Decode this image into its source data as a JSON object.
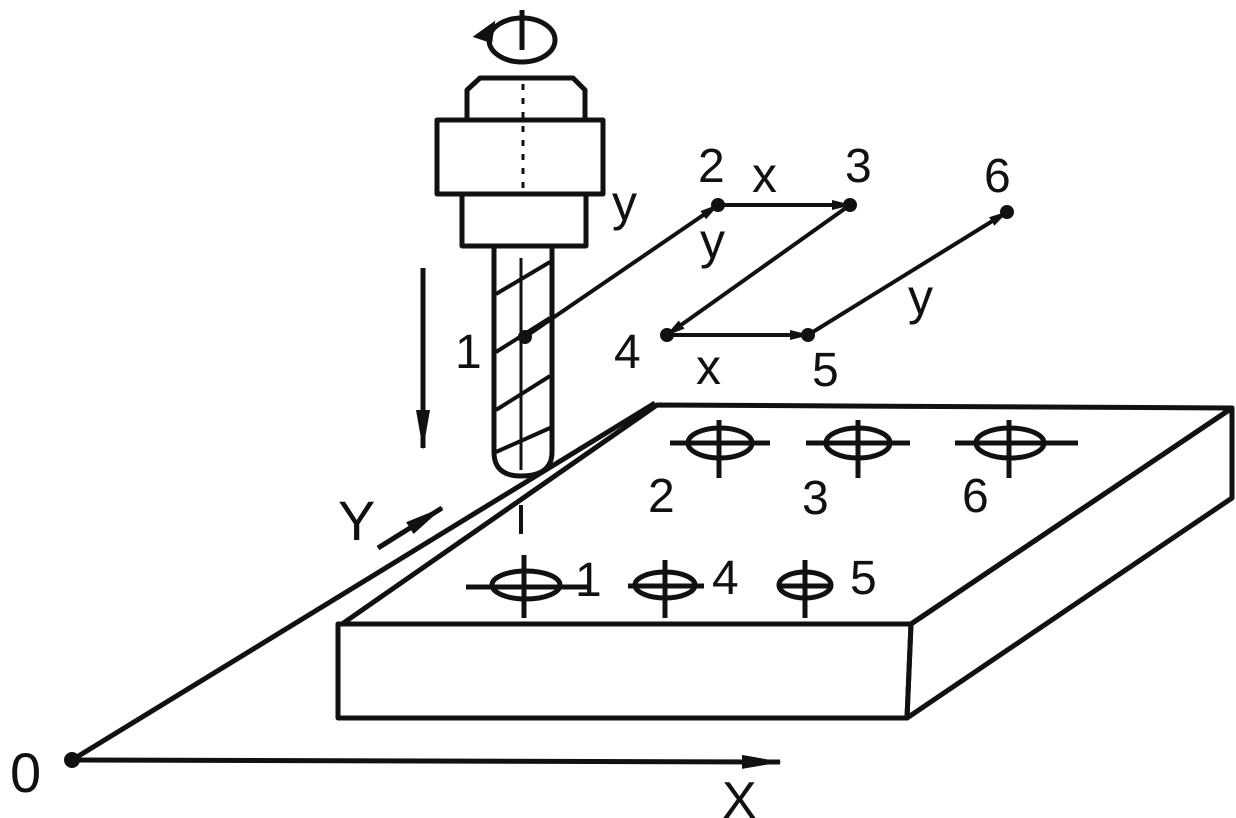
{
  "origin_label": "0",
  "axes": {
    "x_label": "X",
    "y_label": "Y"
  },
  "path_points": [
    "1",
    "2",
    "3",
    "4",
    "5",
    "6"
  ],
  "path_segment_labels": {
    "seg_1_2": "y",
    "seg_2_3": "x",
    "seg_3_4": "y",
    "seg_4_5": "x",
    "seg_5_6": "y"
  },
  "hole_labels": [
    "1",
    "2",
    "3",
    "4",
    "5",
    "6"
  ],
  "icons": [
    "spindle-rotation-icon",
    "feed-direction-arrow-icon",
    "drill-bit-icon",
    "hole-marker-icon"
  ]
}
